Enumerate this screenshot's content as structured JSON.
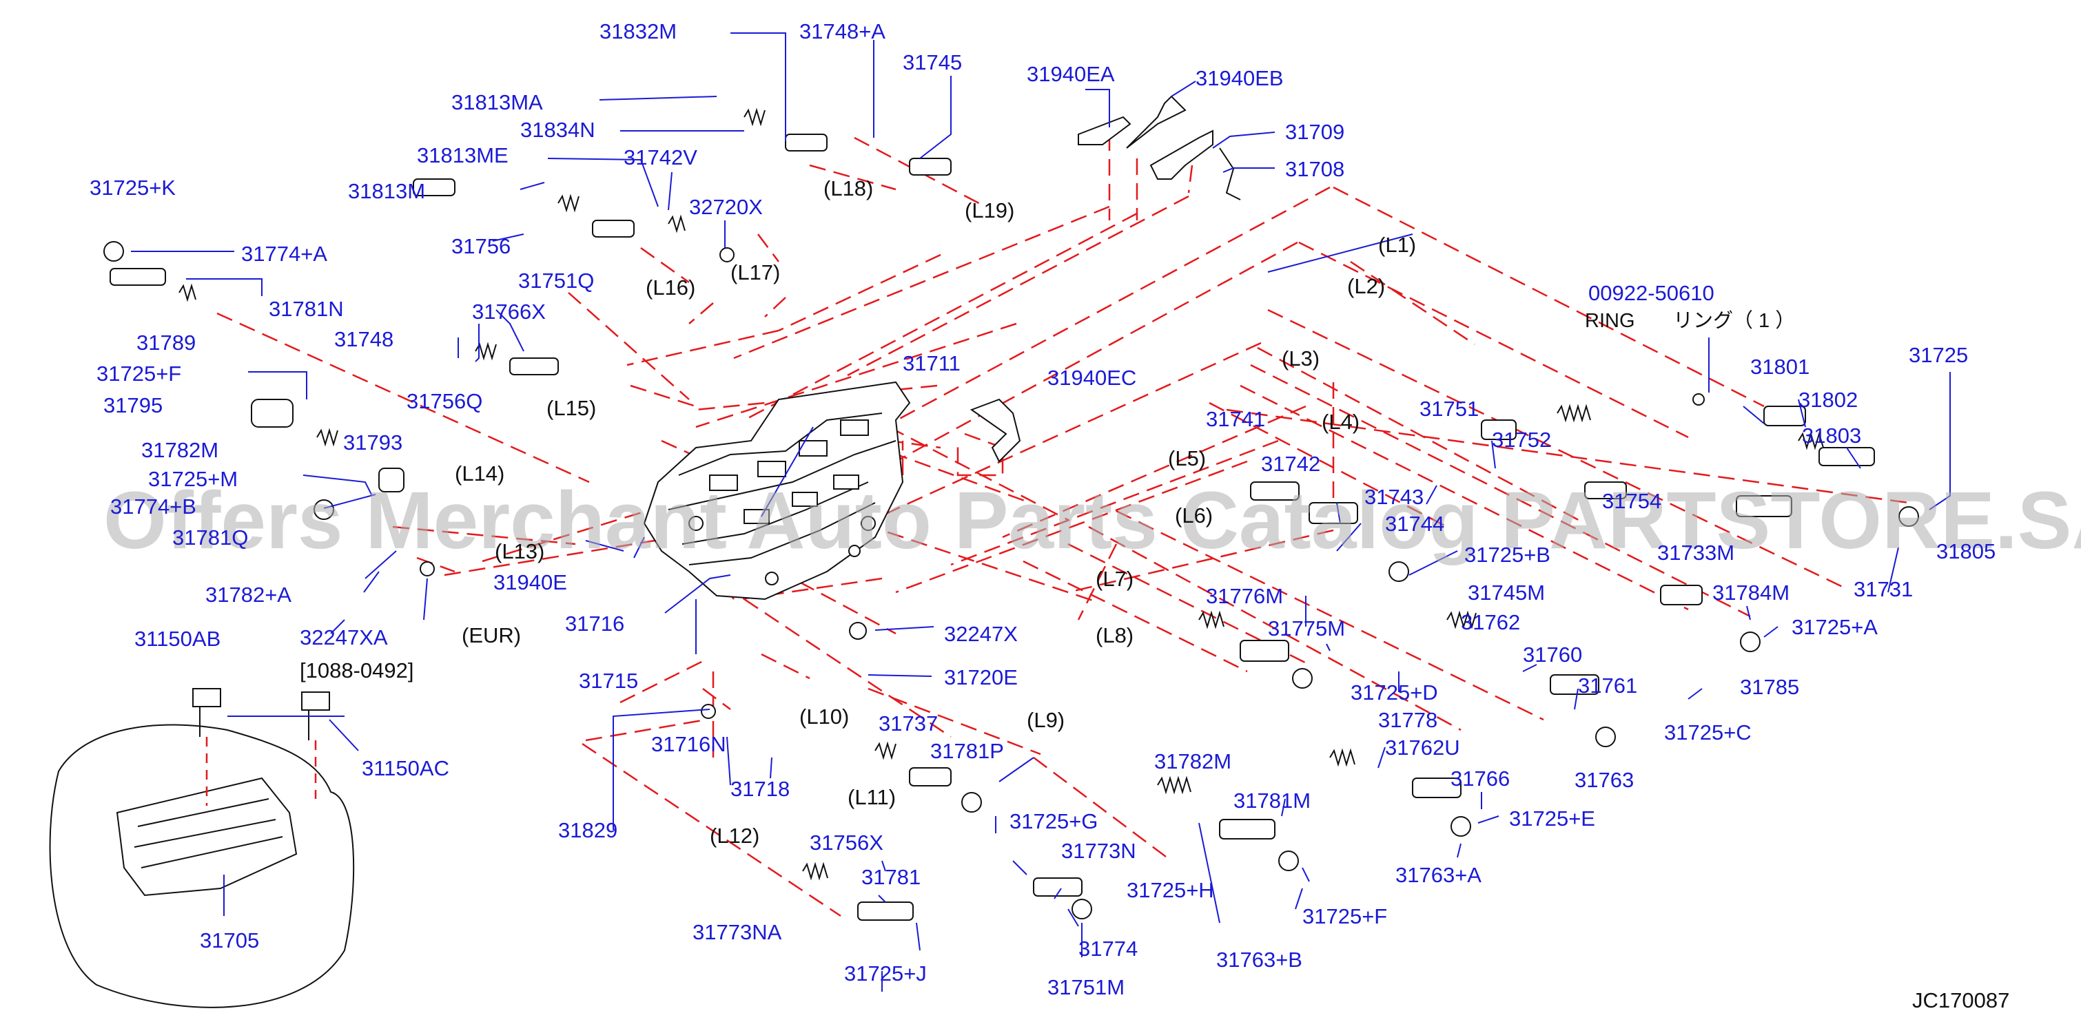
{
  "colors": {
    "part_label": "#1a1ad6",
    "line_label": "#111111",
    "leader": "#1a1ad6",
    "circuit_dash": "#e4191c",
    "drawing": "#111111",
    "watermark": "#b0b0b0"
  },
  "diagram_code": "JC170087",
  "watermark": "Offers Merchant Auto Parts Catalog PARTSTORE.SA",
  "notes": {
    "eur": "(EUR)",
    "date_range": "[1088-0492]",
    "ring_en": "RING",
    "ring_jp": "リング（ 1 ）"
  },
  "part_labels": [
    "31832M",
    "31748+A",
    "31745",
    "31940EA",
    "31940EB",
    "31813MA",
    "31834N",
    "31709",
    "31708",
    "31813ME",
    "31742V",
    "31725+K",
    "31813M",
    "32720X",
    "31756",
    "31774+A",
    "31751Q",
    "31781N",
    "31789",
    "31748",
    "31766X",
    "31725+F",
    "31795",
    "31756Q",
    "31711",
    "31940EC",
    "00922-50610",
    "31801",
    "31802",
    "31725",
    "31803",
    "31751",
    "31752",
    "31741",
    "31742",
    "31782M",
    "31793",
    "31725+M",
    "31774+B",
    "31781Q",
    "31743",
    "31754",
    "31744",
    "31725+B",
    "31733M",
    "31805",
    "31731",
    "31745M",
    "31782+A",
    "31940E",
    "31784M",
    "31725+A",
    "31716",
    "32247XA",
    "31776M",
    "31762",
    "31775M",
    "31785",
    "31760",
    "31150AB",
    "31715",
    "32247X",
    "31720E",
    "31725+D",
    "31761",
    "31778",
    "31725+C",
    "31737",
    "31716N",
    "31718",
    "31781P",
    "31762U",
    "31763",
    "31150AC",
    "31766",
    "31782M",
    "31781M",
    "31725+E",
    "31725+G",
    "31829",
    "31756X",
    "31773N",
    "31763+A",
    "31781",
    "31725+H",
    "31725+F",
    "31773NA",
    "31774",
    "31763+B",
    "31725+J",
    "31751M",
    "31705"
  ],
  "line_labels": [
    "(L1)",
    "(L2)",
    "(L3)",
    "(L4)",
    "(L5)",
    "(L6)",
    "(L7)",
    "(L8)",
    "(L9)",
    "(L10)",
    "(L11)",
    "(L12)",
    "(L13)",
    "(L14)",
    "(L15)",
    "(L16)",
    "(L17)",
    "(L18)",
    "(L19)"
  ]
}
